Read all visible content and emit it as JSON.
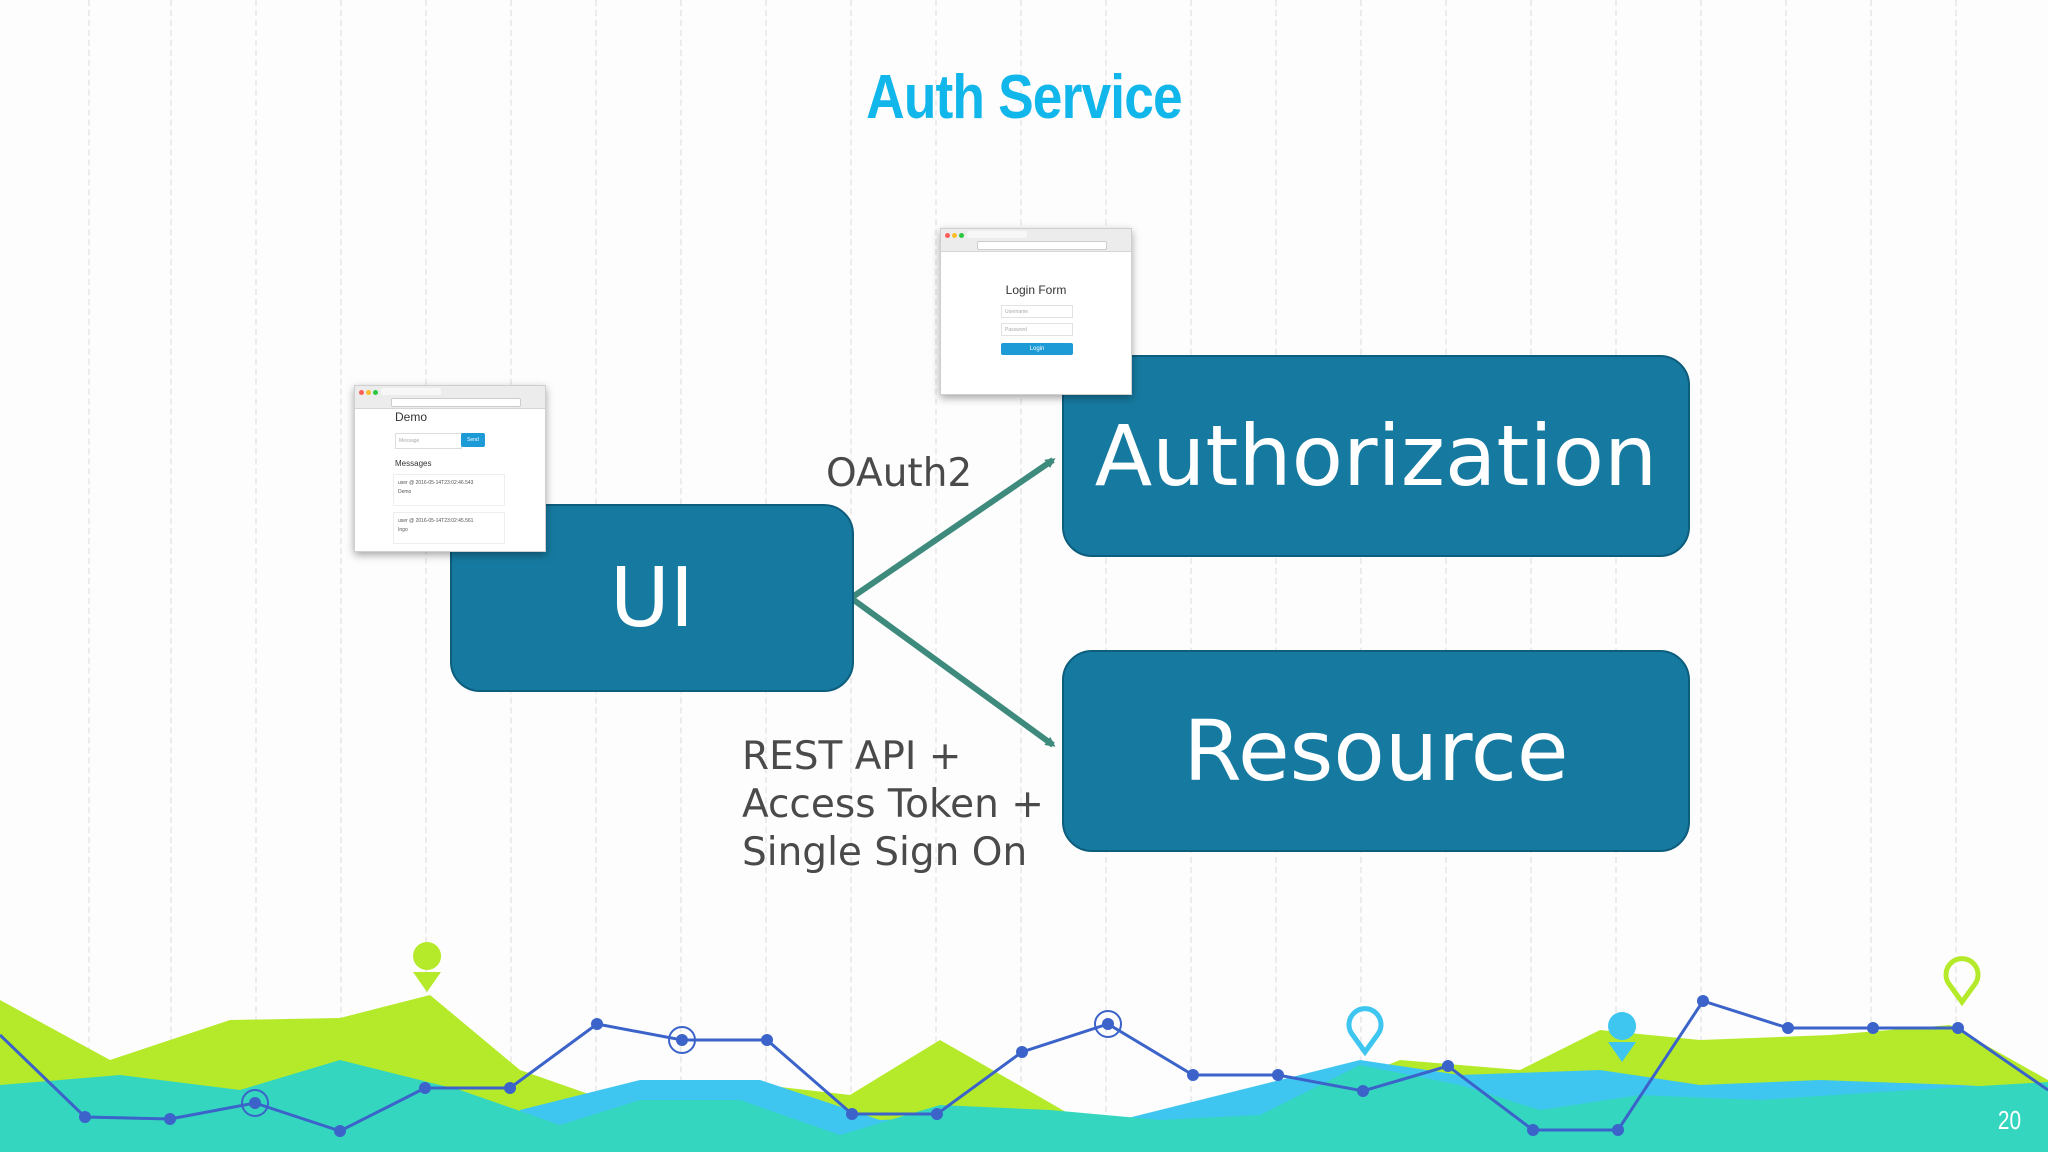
{
  "slide": {
    "title": "Auth Service",
    "page_number": "20"
  },
  "diagram": {
    "nodes": {
      "ui": "UI",
      "authorization": "Authorization",
      "resource": "Resource"
    },
    "edges": {
      "oauth_label": "OAuth2",
      "rest_label_lines": [
        "REST API +",
        "Access Token +",
        "Single Sign On"
      ]
    }
  },
  "screenshots": {
    "demo": {
      "heading": "Demo",
      "input_placeholder": "Message",
      "send_label": "Send",
      "messages_heading": "Messages",
      "messages": [
        {
          "meta": "user @ 2016-05-14T23:02:46.543",
          "text": "Demo"
        },
        {
          "meta": "user @ 2016-05-14T23:02:45.561",
          "text": "Ingo"
        }
      ]
    },
    "login": {
      "heading": "Login Form",
      "username_placeholder": "Username",
      "password_placeholder": "Password",
      "button_label": "Login"
    }
  },
  "colors": {
    "title": "#11b6ea",
    "box": "#167aa0",
    "arrow": "#3e8a7c",
    "deco_green": "#b5ea2a",
    "deco_teal": "#35d6c0",
    "deco_blue": "#3ec6f0",
    "deco_line": "#3b63c9"
  }
}
